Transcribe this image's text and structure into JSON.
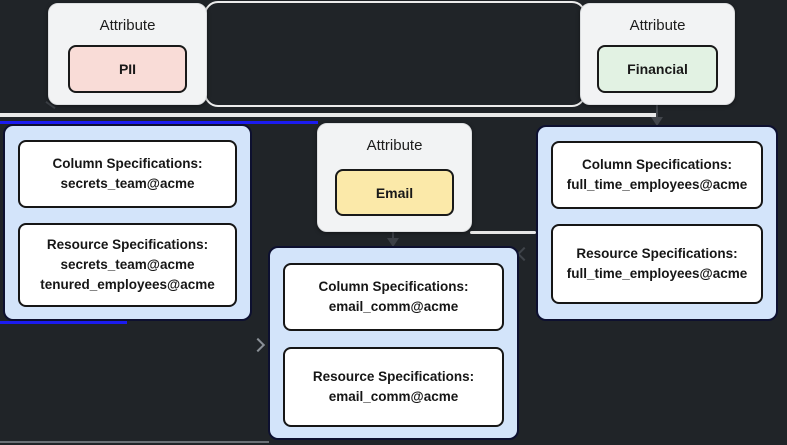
{
  "canvas": {
    "background": "#202428"
  },
  "colors": {
    "card_background": "#f2f3f4",
    "pii_fill": "#f9dcd7",
    "financial_fill": "#e2f2e3",
    "email_fill": "#fbe9a9",
    "container_fill": "#d3e4fa",
    "spec_box_background": "#ffffff",
    "edge_light": "#e9e9e9",
    "edge_blue": "#1b1bf0",
    "edge_gray": "#8a9097",
    "edge_dark": "#42464c",
    "text_dark": "#161616"
  },
  "attributes": [
    {
      "title": "Attribute",
      "label": "PII"
    },
    {
      "title": "Attribute",
      "label": "Financial"
    },
    {
      "title": "Attribute",
      "label": "Email"
    }
  ],
  "containers": [
    {
      "boxes": [
        {
          "title": "Column Specifications:",
          "values": [
            "secrets_team@acme"
          ]
        },
        {
          "title": "Resource Specifications:",
          "values": [
            "secrets_team@acme",
            "tenured_employees@acme"
          ]
        }
      ]
    },
    {
      "boxes": [
        {
          "title": "Column Specifications:",
          "values": [
            "email_comm@acme"
          ]
        },
        {
          "title": "Resource Specifications:",
          "values": [
            "email_comm@acme"
          ]
        }
      ]
    },
    {
      "boxes": [
        {
          "title": "Column Specifications:",
          "values": [
            "full_time_employees@acme"
          ]
        },
        {
          "title": "Resource Specifications:",
          "values": [
            "full_time_employees@acme"
          ]
        }
      ]
    }
  ]
}
